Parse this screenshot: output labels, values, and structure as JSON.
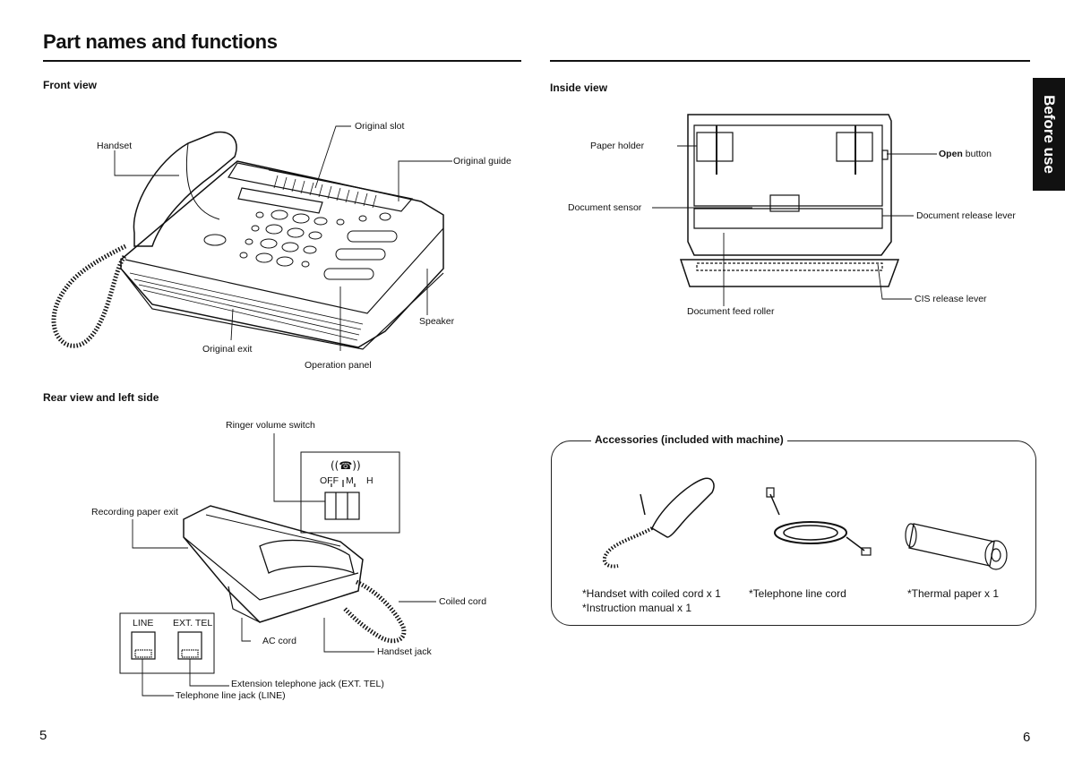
{
  "page": {
    "title": "Part names and functions",
    "tab_label": "Before use",
    "page_left": "5",
    "page_right": "6"
  },
  "front_view": {
    "heading": "Front view",
    "labels": {
      "handset": "Handset",
      "original_slot": "Original slot",
      "original_guide": "Original guide",
      "speaker": "Speaker",
      "original_exit": "Original exit",
      "operation_panel": "Operation panel"
    }
  },
  "inside_view": {
    "heading": "Inside view",
    "labels": {
      "paper_holder": "Paper holder",
      "open_button_bold": "Open",
      "open_button_rest": " button",
      "document_sensor": "Document sensor",
      "document_release_lever": "Document release lever",
      "cis_release_lever": "CIS release lever",
      "document_feed_roller": "Document feed roller"
    }
  },
  "rear_view": {
    "heading": "Rear view and left side",
    "labels": {
      "ringer_volume_switch": "Ringer volume switch",
      "switch_off": "OFF",
      "switch_m": "M",
      "switch_h": "H",
      "recording_paper_exit": "Recording paper exit",
      "coiled_cord": "Coiled cord",
      "ac_cord": "AC cord",
      "handset_jack": "Handset jack",
      "line": "LINE",
      "ext_tel": "EXT. TEL",
      "extension_jack": "Extension telephone jack (EXT. TEL)",
      "telephone_line_jack": "Telephone line jack (LINE)"
    }
  },
  "accessories": {
    "title": "Accessories (included with machine)",
    "items": [
      "*Handset with coiled cord x 1",
      "*Telephone line cord",
      "*Thermal paper x 1",
      "*Instruction manual x 1"
    ]
  }
}
